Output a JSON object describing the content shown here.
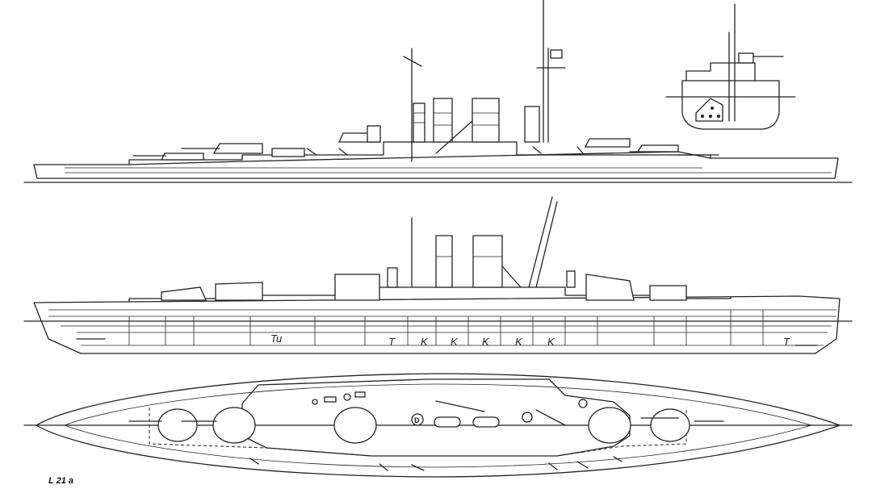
{
  "caption": "L 21 a",
  "compartment_labels": {
    "tu": "Tu",
    "t_fore": "T",
    "t_aft": "T",
    "k1": "K",
    "k2": "K",
    "k3": "K",
    "k4": "K",
    "k5": "K"
  },
  "deck_plan_markers": {
    "d": "D"
  }
}
